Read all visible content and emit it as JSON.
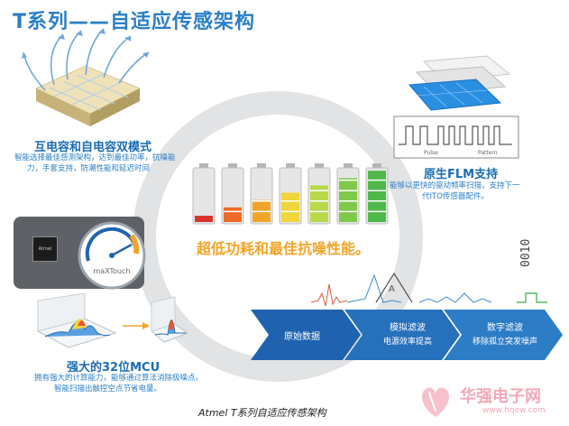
{
  "title": "T系列——自适应传感架构",
  "feature_mutual": {
    "title": "互电容和自电容双模式",
    "desc_line1": "智能选择最佳感测架构，达到最佳功率，抗噪能",
    "desc_line2": "力，手套支持，防潮性能和延迟时间"
  },
  "feature_flm": {
    "title": "原生FLM支持",
    "desc_line1": "能够以更快的驱动频率扫描，支持下一",
    "desc_line2": "代ITO传感器配件。"
  },
  "center_text": "超低功耗和最佳抗噪性能。",
  "feature_mcu": {
    "title": "强大的32位MCU",
    "desc_line1": "拥有强大的计算能力，能够通过算法消除极噪点。",
    "desc_line2": "智能扫描出触控空点节省电量。"
  },
  "gauge_label": "maXTouch",
  "chip_label": "Atmel",
  "waveform_digits": "0010",
  "waveform_label_a": "Pulse",
  "waveform_label_b": "Pattern",
  "flow_steps": [
    {
      "line1": "原始数据",
      "line2": ""
    },
    {
      "line1": "模拟滤波",
      "line2": "电源效率提高"
    },
    {
      "line1": "数字滤波",
      "line2": "移除孤立突发噪声"
    }
  ],
  "caption": "Atmel T系列自适应传感架构",
  "watermark": {
    "main": "华强电子网",
    "url": "www.hqew.com"
  },
  "battery_colors": [
    "#d9342b",
    "#ee6a2a",
    "#f2a428",
    "#f1d53a",
    "#b9d84a",
    "#7fc94a",
    "#4fb84a"
  ],
  "battery_levels": [
    0.12,
    0.28,
    0.42,
    0.56,
    0.7,
    0.84,
    0.98
  ],
  "colors": {
    "accent": "#2a7fc8",
    "orange": "#f2a428",
    "arrow": "#1f63b0"
  }
}
